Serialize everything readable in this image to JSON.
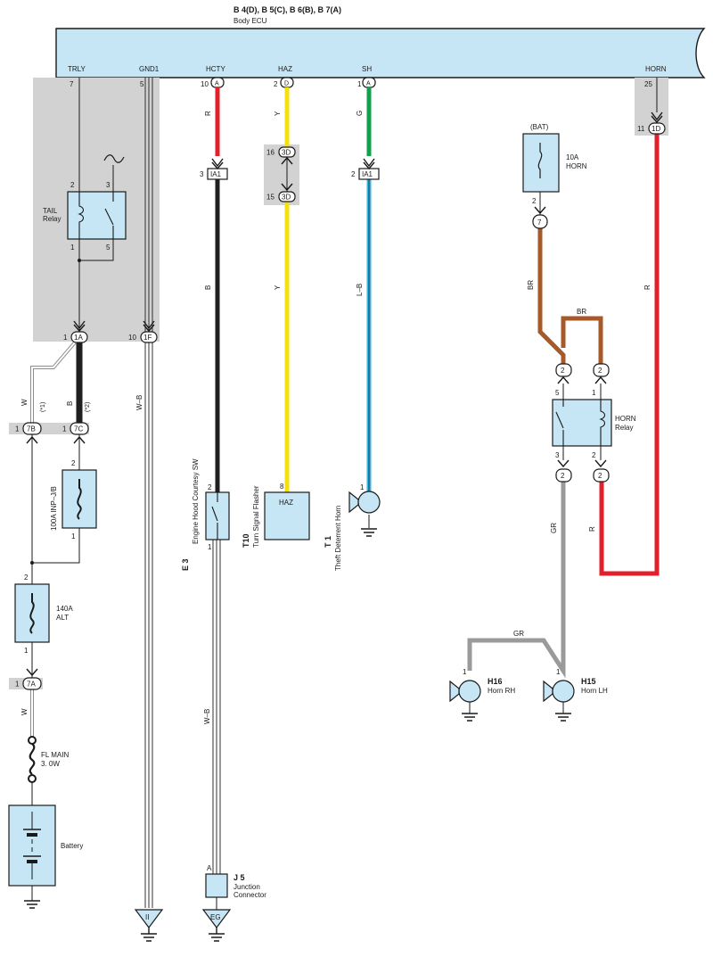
{
  "ecu": {
    "header": "B 4(D), B 5(C), B 6(B), B 7(A)",
    "name": "Body ECU",
    "terminals": {
      "trly": "TRLY",
      "gnd1": "GND1",
      "hcty": "HCTY",
      "haz": "HAZ",
      "sh": "SH",
      "horn": "HORN"
    },
    "pins": {
      "trly": "7",
      "gnd1": "5",
      "hcty_num": "10",
      "hcty_conn": "A",
      "haz_num": "2",
      "haz_conn": "D",
      "sh_num": "1",
      "sh_conn": "A",
      "horn": "25"
    }
  },
  "wire_colors": {
    "red": "#e3202a",
    "black": "#1f1f1f",
    "yellow": "#f5e00c",
    "green": "#12a04c",
    "light_blue": "#36b4e5",
    "brown": "#a65a2a",
    "gray": "#9a9a9a",
    "white": "#ffffff"
  },
  "wire_labels": {
    "r": "R",
    "b": "B",
    "y": "Y",
    "g": "G",
    "lb": "L–B",
    "w": "W",
    "wb": "W–B",
    "br": "BR",
    "gr": "GR",
    "note1": "(*1)",
    "note2": "(*2)"
  },
  "connectors": {
    "ia1": "IA1",
    "d3": "3D",
    "c1d": "1D",
    "c1a": "1A",
    "c1f": "1F",
    "c7b": "7B",
    "c7c": "7C",
    "c7a": "7A",
    "c7": "7",
    "c2": "2",
    "hcty_ia1_pin": "3",
    "sh_ia1_pin": "2",
    "d3_top_pin": "16",
    "d3_bot_pin": "15",
    "c1d_pin": "11",
    "c1a_pin": "1",
    "c1f_pin": "10",
    "c7b_pin": "1",
    "c7c_pin": "1",
    "c7a_pin": "1"
  },
  "tail_relay": {
    "name": "TAIL\nRelay",
    "line1": "TAIL",
    "line2": "Relay",
    "pin_tl": "2",
    "pin_tr": "3",
    "pin_bl": "1",
    "pin_br": "5"
  },
  "fuse_bat": {
    "supply": "(BAT)",
    "line1": "10A",
    "line2": "HORN",
    "pin": "2"
  },
  "horn_relay": {
    "line1": "HORN",
    "line2": "Relay",
    "pin5": "5",
    "pin1": "1",
    "pin3": "3",
    "pin2": "2"
  },
  "fuse_inp": {
    "label": "100A INP–J/B",
    "pin_top": "2",
    "pin_bot": "1"
  },
  "fuse_alt": {
    "line1": "140A",
    "line2": "ALT",
    "pin_top": "2",
    "pin_bot": "1"
  },
  "fl_main": {
    "line1": "FL MAIN",
    "line2": "3. 0W"
  },
  "battery": {
    "label": "Battery"
  },
  "engine_hood_sw": {
    "code": "E 3",
    "name": "Engine Hood Courtesy SW",
    "pin_top": "2",
    "pin_bot": "1"
  },
  "turn_flasher": {
    "code": "T10",
    "name": "Turn Signal Flasher",
    "inner": "HAZ",
    "pin": "8"
  },
  "theft_horn": {
    "code": "T 1",
    "name": "Theft Deterrent Horn",
    "pin": "1"
  },
  "junction": {
    "code": "J 5",
    "line1": "Junction",
    "line2": "Connector",
    "pin": "A"
  },
  "horn_rh": {
    "code": "H16",
    "name": "Horn RH",
    "pin": "1"
  },
  "horn_lh": {
    "code": "H15",
    "name": "Horn LH",
    "pin": "1"
  },
  "grounds": {
    "ii": "II",
    "eg": "EG"
  }
}
